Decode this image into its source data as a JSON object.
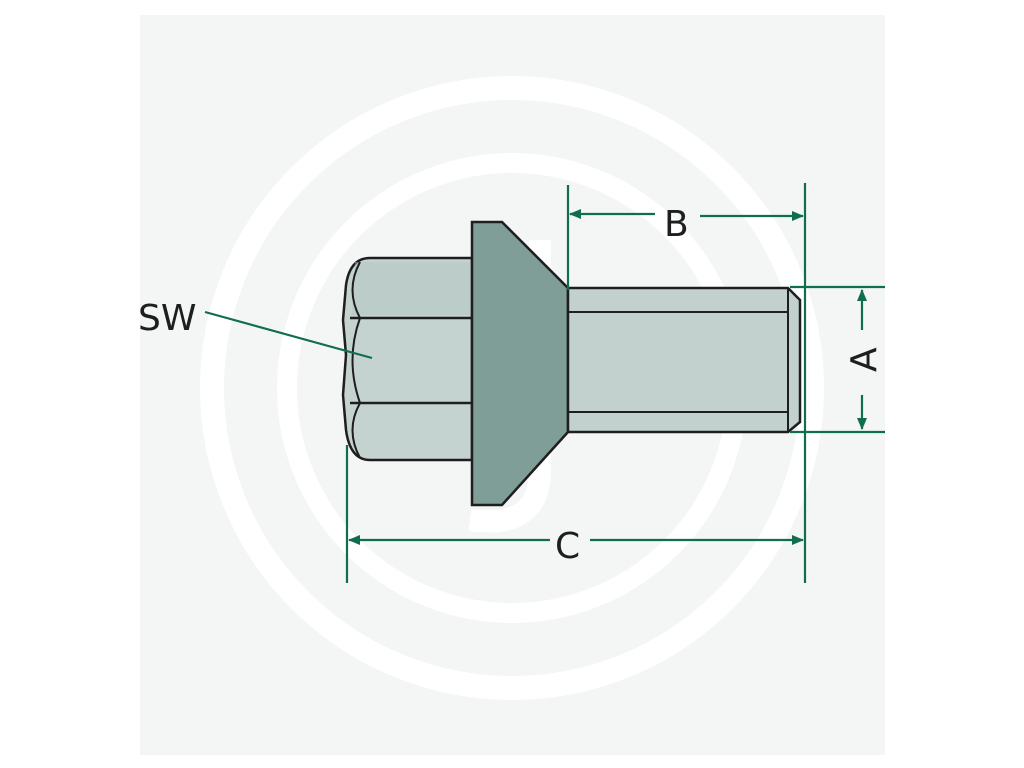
{
  "diagram": {
    "labels": {
      "sw": "SW",
      "a": "A",
      "b": "B",
      "c": "C"
    },
    "colors": {
      "background": "#f4f5f5",
      "watermark": "#ffffff",
      "hex_fill": "#c5d3d0",
      "hex_edge": "#b2c3bf",
      "collar_fill": "#7f9e97",
      "shank_fill": "#c3d1ce",
      "outline": "#1e1e1e",
      "dimension_line": "#0f6e50"
    },
    "icons": {
      "watermark": "circle-logo-watermark"
    }
  }
}
